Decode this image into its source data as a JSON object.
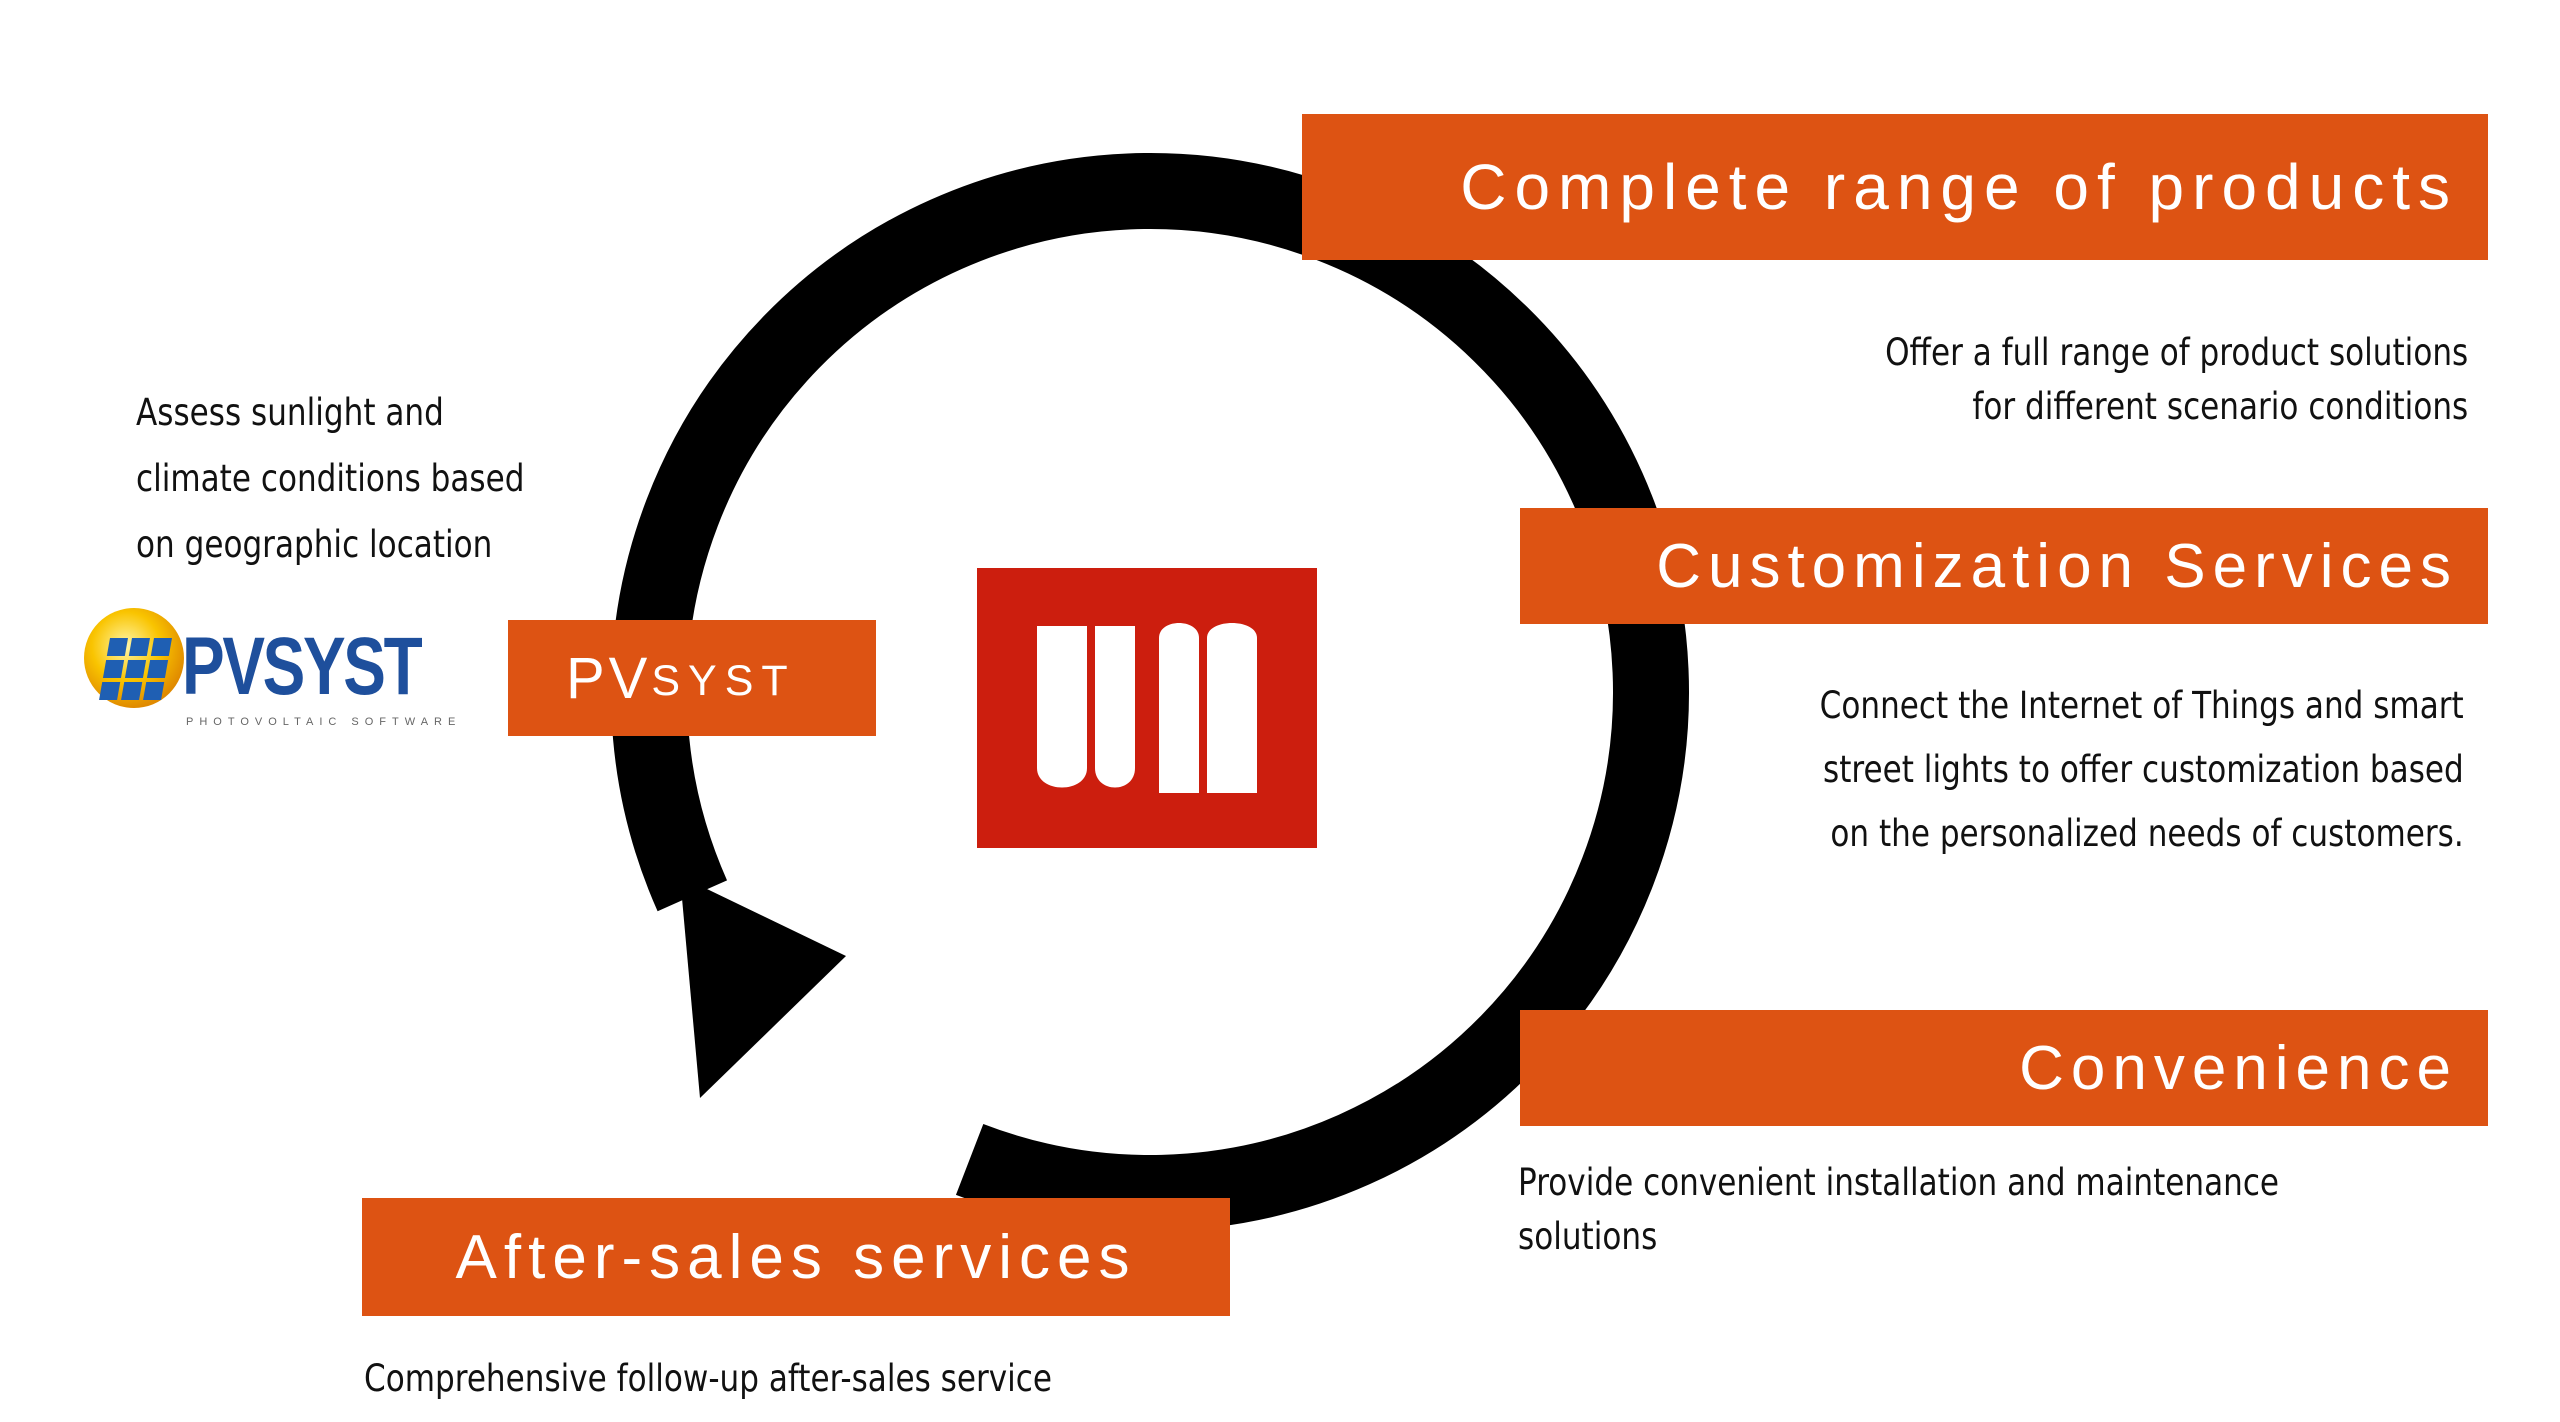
{
  "colors": {
    "banner": "#dd5313",
    "logo_red": "#cc1e0e",
    "ring": "#000000",
    "text": "#111111"
  },
  "icons": {
    "center_logo": "company-logo-icon",
    "pvsyst_logo": "pvsyst-logo-icon"
  },
  "pvsyst": {
    "logo_text": "PVSYST",
    "logo_subtitle": "PHOTOVOLTAIC SOFTWARE",
    "banner_pv": "PV",
    "banner_syst": "SYST",
    "description": [
      "Assess sunlight and",
      "climate conditions based",
      "on geographic location"
    ]
  },
  "products": {
    "title": "Complete range of products",
    "description": [
      "Offer a full range of product solutions",
      "for different scenario conditions"
    ]
  },
  "customization": {
    "title": "Customization Services",
    "description": [
      "Connect the Internet of Things and smart",
      "street lights to offer customization based",
      "on the personalized needs of customers."
    ]
  },
  "convenience": {
    "title": "Convenience",
    "description": [
      "Provide convenient installation and maintenance",
      "solutions"
    ]
  },
  "after_sales": {
    "title": "After-sales services",
    "description": [
      "Comprehensive follow-up after-sales service"
    ]
  }
}
